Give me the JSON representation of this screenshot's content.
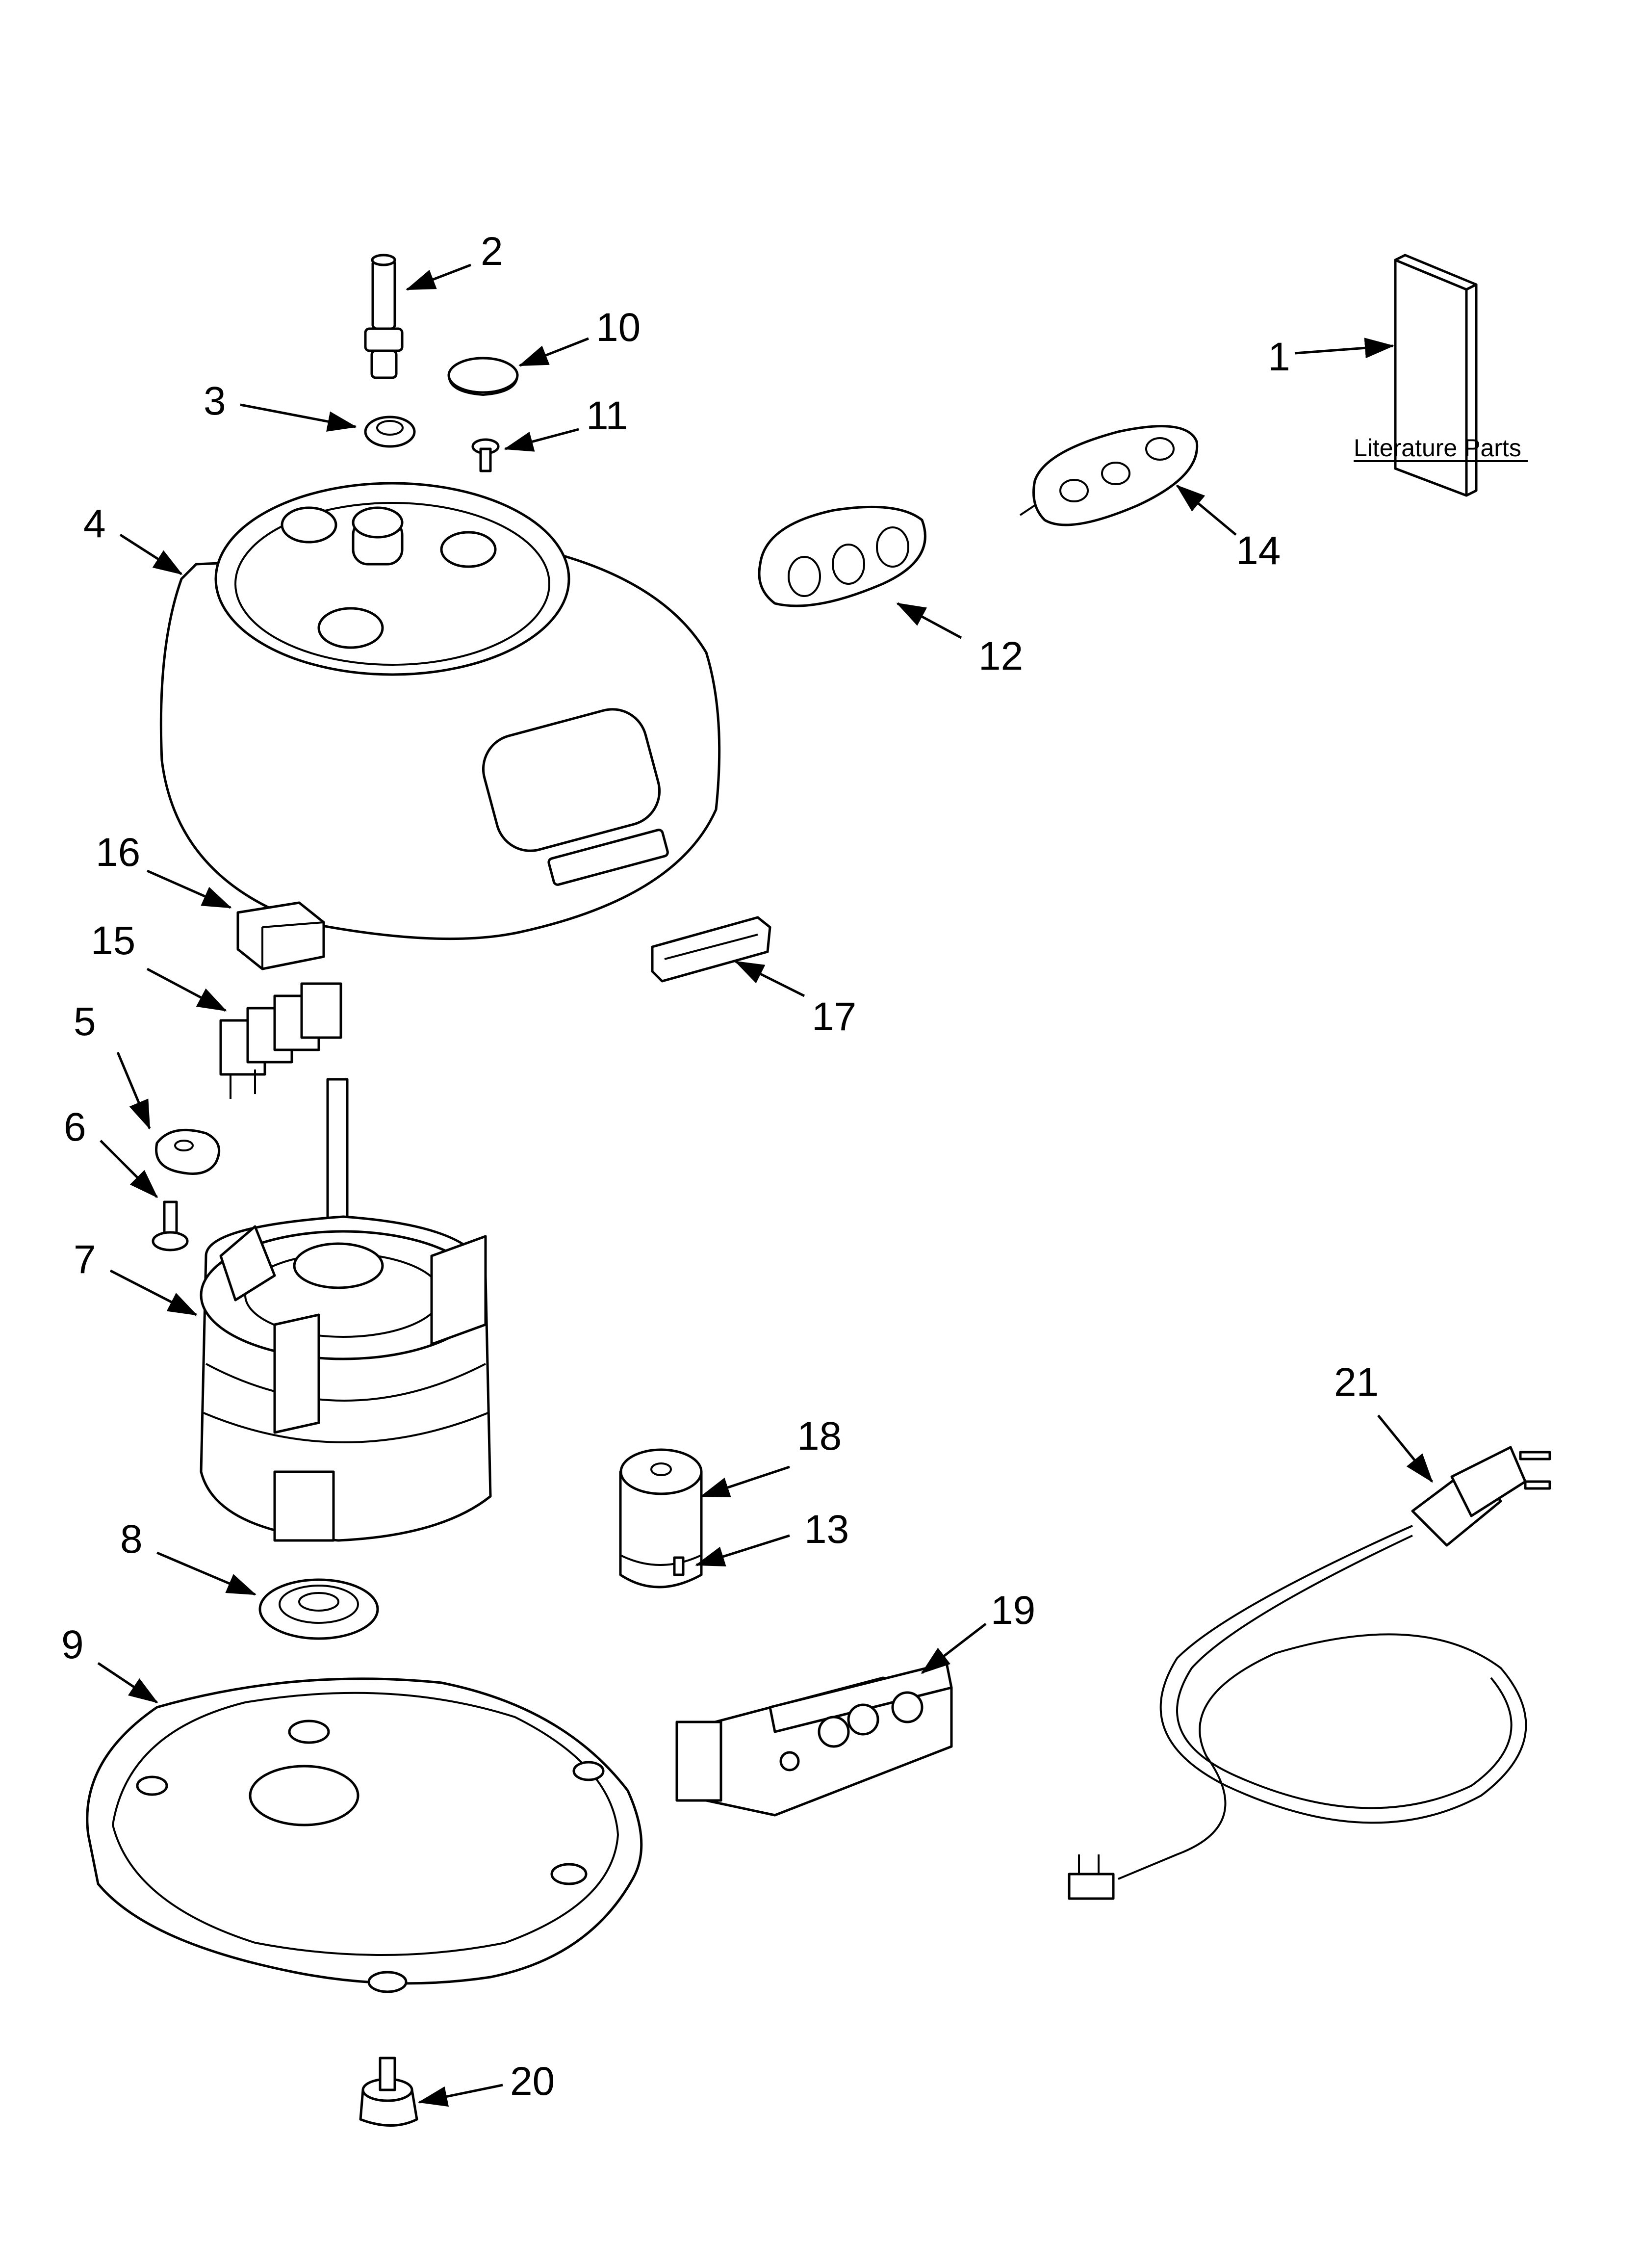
{
  "literature_caption": "Literature Parts",
  "callouts": [
    "1",
    "2",
    "3",
    "4",
    "5",
    "6",
    "7",
    "8",
    "9",
    "10",
    "11",
    "12",
    "13",
    "14",
    "15",
    "16",
    "17",
    "18",
    "19",
    "20",
    "21"
  ]
}
